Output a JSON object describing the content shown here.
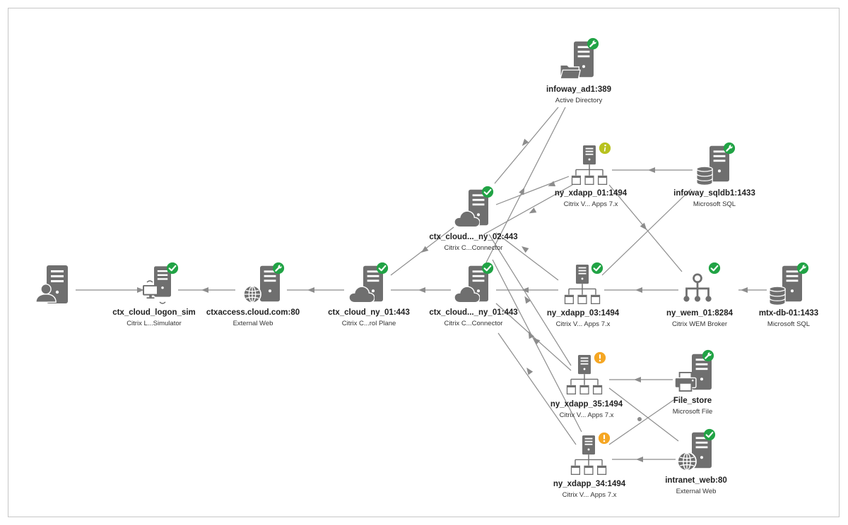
{
  "colors": {
    "icon": "#6f6f6f",
    "edge": "#8c8c8c",
    "ok": "#21a345",
    "warning": "#f5a623",
    "info": "#b8c21f"
  },
  "nodes": [
    {
      "id": "user",
      "name": "",
      "type": "",
      "icon": "user-server-icon",
      "status": ""
    },
    {
      "id": "logon",
      "name": "ctx_cloud_logon_sim",
      "type": "Citrix L...Simulator",
      "icon": "simulator-server-icon",
      "status": "ok"
    },
    {
      "id": "ctxaccess",
      "name": "ctxaccess.cloud.com:80",
      "type": "External Web",
      "icon": "web-server-icon",
      "status": "maintenance"
    },
    {
      "id": "ctrl",
      "name": "ctx_cloud_ny_01:443",
      "type": "Citrix C...rol Plane",
      "icon": "cloud-server-icon",
      "status": "ok"
    },
    {
      "id": "conn01",
      "name": "ctx_cloud..._ny_01:443",
      "type": "Citrix C...Connector",
      "icon": "cloud-server-icon",
      "status": "ok"
    },
    {
      "id": "conn02",
      "name": "ctx_cloud..._ny_02:443",
      "type": "Citrix C...Connector",
      "icon": "cloud-server-icon",
      "status": "ok"
    },
    {
      "id": "ad",
      "name": "infoway_ad1:389",
      "type": "Active Directory",
      "icon": "folder-server-icon",
      "status": "maintenance"
    },
    {
      "id": "xd01",
      "name": "ny_xdapp_01:1494",
      "type": "Citrix V... Apps 7.x",
      "icon": "app-server-icon",
      "status": "info"
    },
    {
      "id": "xd03",
      "name": "ny_xdapp_03:1494",
      "type": "Citrix V... Apps 7.x",
      "icon": "app-server-icon",
      "status": "ok"
    },
    {
      "id": "xd35",
      "name": "ny_xdapp_35:1494",
      "type": "Citrix V... Apps 7.x",
      "icon": "app-server-icon",
      "status": "warning"
    },
    {
      "id": "xd34",
      "name": "ny_xdapp_34:1494",
      "type": "Citrix V... Apps 7.x",
      "icon": "app-server-icon",
      "status": "warning"
    },
    {
      "id": "sqldb1",
      "name": "infoway_sqldb1:1433",
      "type": "Microsoft SQL",
      "icon": "database-server-icon",
      "status": "maintenance"
    },
    {
      "id": "wem",
      "name": "ny_wem_01:8284",
      "type": "Citrix WEM Broker",
      "icon": "broker-icon",
      "status": "ok"
    },
    {
      "id": "mtxdb",
      "name": "mtx-db-01:1433",
      "type": "Microsoft SQL",
      "icon": "database-server-icon",
      "status": "maintenance"
    },
    {
      "id": "filestore",
      "name": "File_store",
      "type": "Microsoft File",
      "icon": "printer-server-icon",
      "status": "maintenance"
    },
    {
      "id": "intranet",
      "name": "intranet_web:80",
      "type": "External Web",
      "icon": "web-server-icon",
      "status": "ok"
    }
  ]
}
